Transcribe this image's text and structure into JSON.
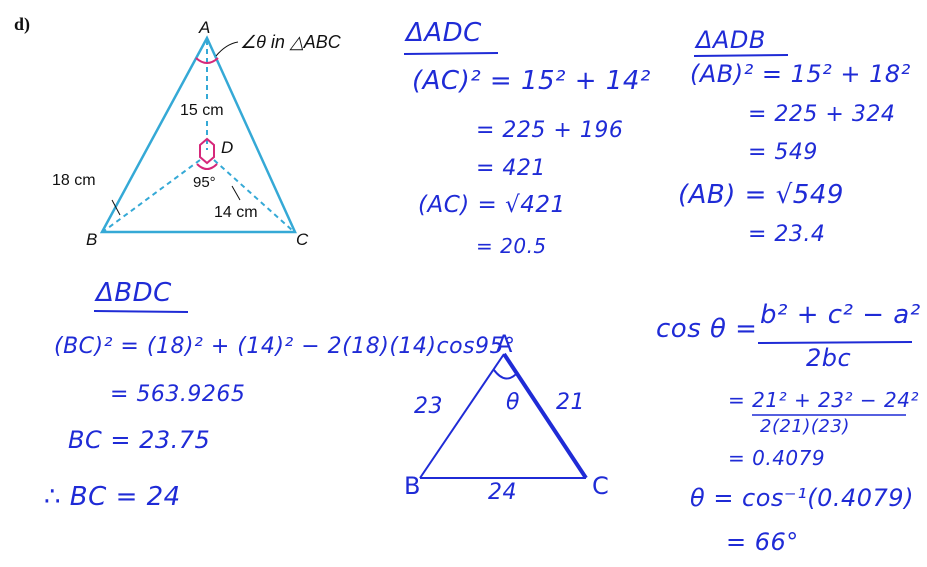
{
  "part_label": "d)",
  "figure": {
    "vertex_a": "A",
    "vertex_b": "B",
    "vertex_c": "C",
    "vertex_d": "D",
    "angle_note": "∠θ in △ABC",
    "len_ad": "15 cm",
    "len_bd": "18 cm",
    "len_cd": "14 cm",
    "angle_bdc": "95°",
    "colors": {
      "triangle": "#35a9d6",
      "angle_mark": "#d6287a"
    }
  },
  "adc": {
    "heading": "ΔADC",
    "line1": "(AC)² = 15² + 14²",
    "line2": "= 225 + 196",
    "line3": "= 421",
    "line4": "(AC) = √421",
    "line5": "= 20.5"
  },
  "adb": {
    "heading": "ΔADB",
    "line1": "(AB)² = 15² + 18²",
    "line2": "= 225 + 324",
    "line3": "= 549",
    "line4": "(AB) = √549",
    "line5": "= 23.4"
  },
  "bdc": {
    "heading": "ΔBDC",
    "line1": "(BC)² = (18)² + (14)² − 2(18)(14)cos95°",
    "line2": "= 563.9265",
    "line3": "BC = 23.75",
    "line4": "∴ BC = 24"
  },
  "sketch": {
    "vertex_a": "A",
    "vertex_b": "B",
    "vertex_c": "C",
    "side_ab": "23",
    "side_ac": "21",
    "side_bc": "24",
    "angle": "θ"
  },
  "cosine": {
    "formula_lhs": "cos θ =",
    "formula_num": "b² + c² − a²",
    "formula_den": "2bc",
    "sub_num": "= 21² + 23² − 24²",
    "sub_den": "2(21)(23)",
    "value": "= 0.4079",
    "inverse": "θ = cos⁻¹(0.4079)",
    "result": "= 66°"
  },
  "ink_color": "#1f2bd6"
}
